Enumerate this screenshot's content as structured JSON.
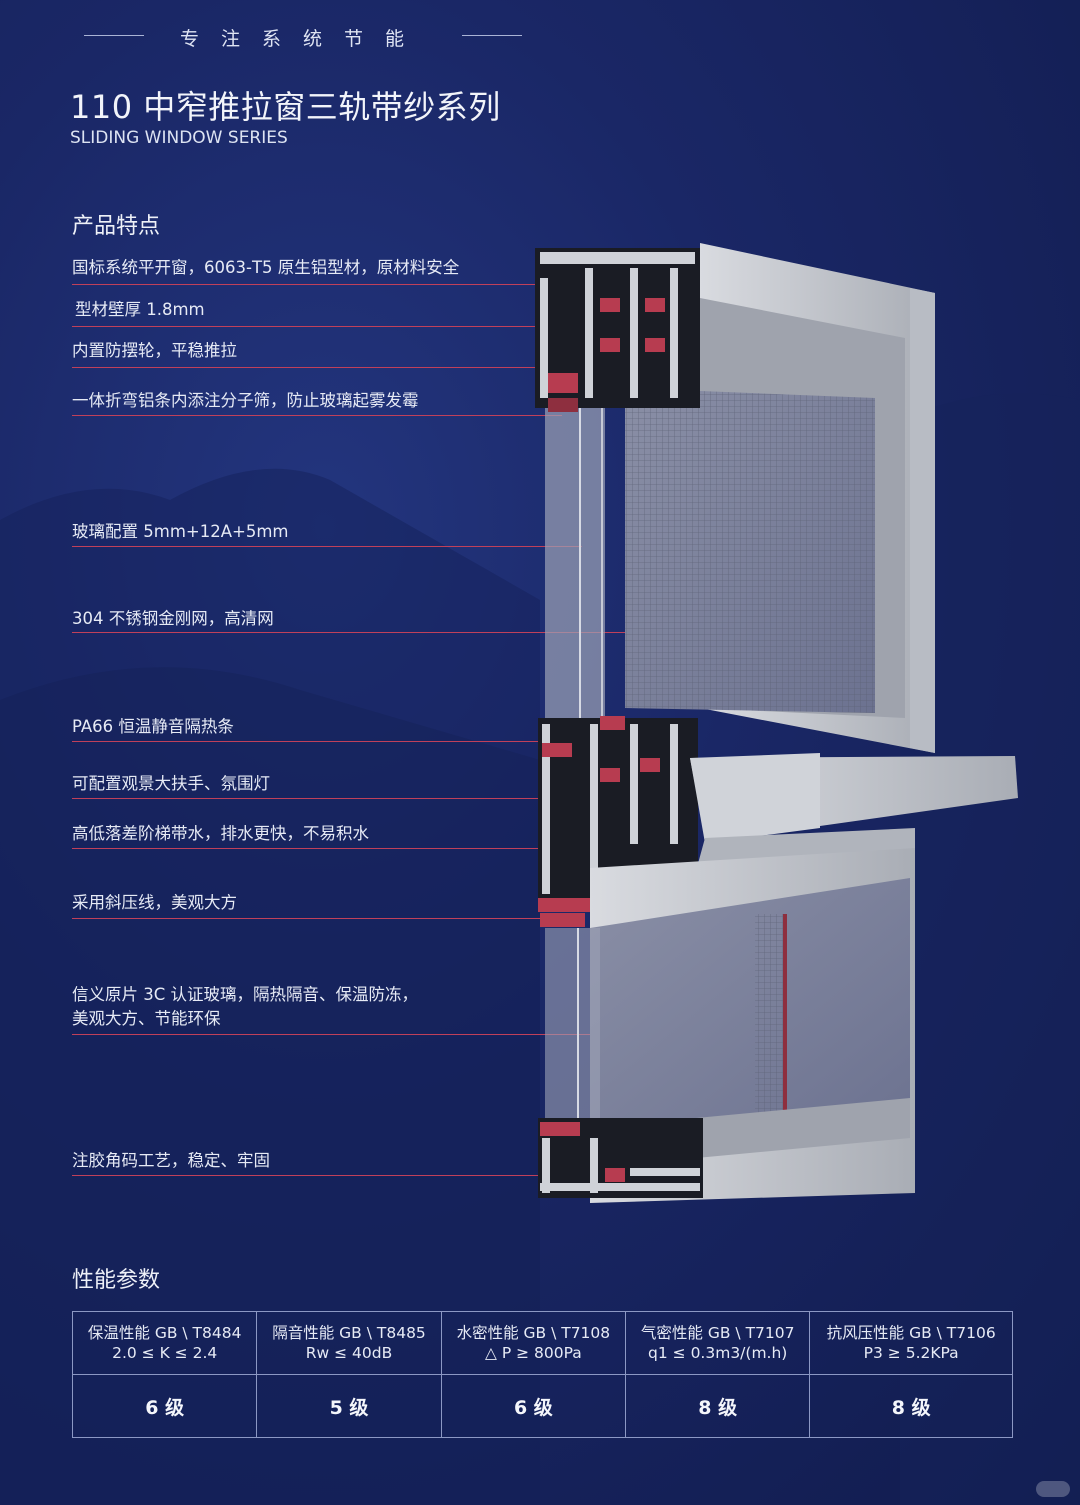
{
  "header": {
    "tagline": "专注系统节能",
    "title": "110 中窄推拉窗三轨带纱系列",
    "subtitle": "SLIDING WINDOW SERIES"
  },
  "features_section": {
    "heading": "产品特点",
    "items": [
      "国标系统平开窗，6063-T5 原生铝型材，原材料安全",
      "型材壁厚 1.8mm",
      "内置防摆轮，平稳推拉",
      "一体折弯铝条内添注分子筛，防止玻璃起雾发霉",
      "玻璃配置 5mm+12A+5mm",
      "304 不锈钢金刚网，高清网",
      "PA66 恒温静音隔热条",
      "可配置观景大扶手、氛围灯",
      "高低落差阶梯带水，排水更快，不易积水",
      "采用斜压线，美观大方",
      "信义原片 3C 认证玻璃，隔热隔音、保温防冻，",
      "美观大方、节能环保",
      "注胶角码工艺，稳定、牢固"
    ]
  },
  "performance_section": {
    "heading": "性能参数",
    "columns": [
      {
        "standard": "保温性能 GB \\ T8484",
        "spec": "2.0 ≤ K ≤ 2.4",
        "grade": "6 级"
      },
      {
        "standard": "隔音性能 GB \\ T8485",
        "spec": "Rw ≤ 40dB",
        "grade": "5 级"
      },
      {
        "standard": "水密性能 GB \\ T7108",
        "spec": "△ P ≥ 800Pa",
        "grade": "6 级"
      },
      {
        "standard": "气密性能 GB \\ T7107",
        "spec": "q1 ≤ 0.3m3/(m.h)",
        "grade": "8 级"
      },
      {
        "standard": "抗风压性能 GB \\ T7106",
        "spec": "P3 ≥ 5.2KPa",
        "grade": "8 级"
      }
    ]
  },
  "colors": {
    "background": "#1a2766",
    "accent_line": "#c0405a",
    "aluminum": "#c9ccd2"
  }
}
